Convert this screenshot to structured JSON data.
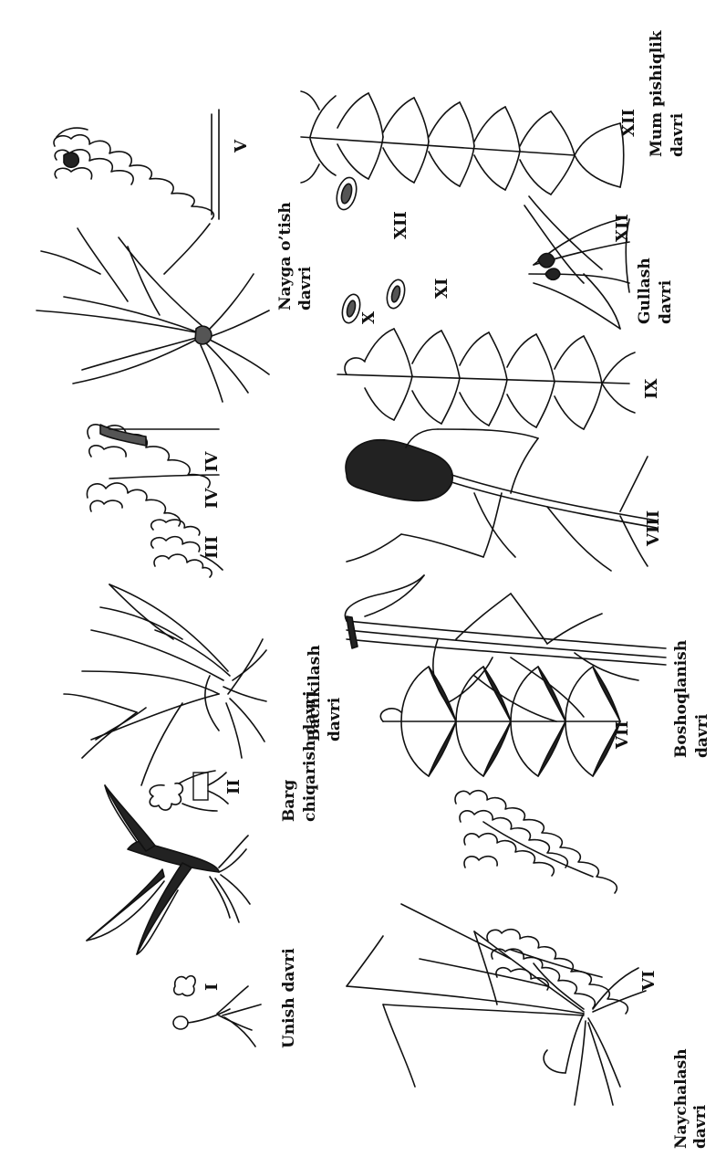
{
  "stages": {
    "unish": "Unish davri",
    "barg_1": "Barg",
    "barg_2": "chiqarish davri",
    "bachkilash_1": "Bachkilash",
    "bachkilash_2": "davri",
    "naychalash_1": "Naychalash",
    "naychalash_2": "davri",
    "boshoqlanish_1": "Boshoqlanish",
    "boshoqlanish_2": "davri",
    "nayga_1": "Nayga o’tish",
    "nayga_2": "davri",
    "gullash_1": "Gullash",
    "gullash_2": "davri",
    "mum_1": "Mum pishiqlik",
    "mum_2": "davri"
  },
  "numerals": {
    "I": "I",
    "II": "II",
    "III": "III",
    "IV_a": "IV",
    "IV_b": "IV",
    "V": "V",
    "VI": "VI",
    "VII": "VII",
    "VIII": "VIII",
    "IX": "IX",
    "X": "X",
    "XI": "XI",
    "XII_a": "XII",
    "XII_b": "XII",
    "XII_c": "XII"
  }
}
